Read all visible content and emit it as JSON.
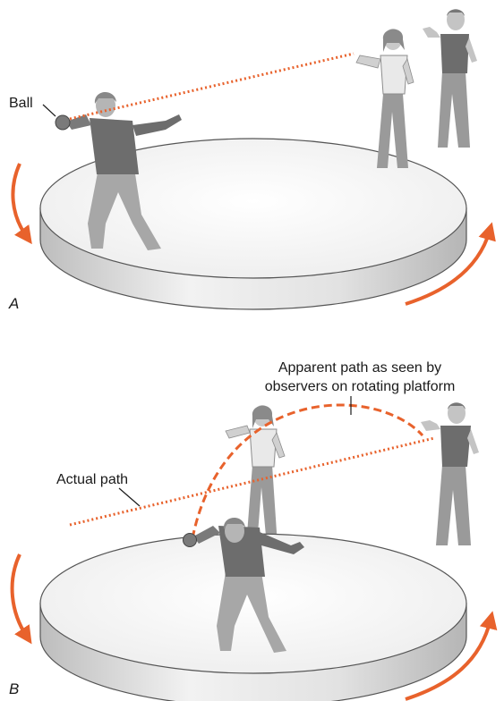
{
  "panel_a": {
    "letter": "A",
    "ball_label": "Ball"
  },
  "panel_b": {
    "letter": "B",
    "apparent_label_line1": "Apparent path as seen by",
    "apparent_label_line2": "observers on rotating platform",
    "actual_label": "Actual path"
  },
  "colors": {
    "path": "#e8622c",
    "arrow": "#e8622c",
    "figure_dark": "#6d6d6d",
    "figure_mid": "#9a9a9a",
    "figure_light": "#c4c4c4",
    "platform_top": "#f4f4f4",
    "platform_side": "#d6d6d6"
  }
}
